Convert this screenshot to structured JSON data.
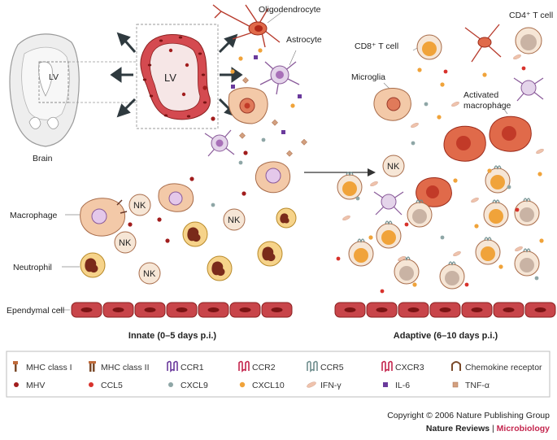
{
  "labels": {
    "oligodendrocyte": "Oligodendrocyte",
    "astrocyte": "Astrocyte",
    "brain": "Brain",
    "lv_small": "LV",
    "lv_large": "LV",
    "macrophage": "Macrophage",
    "neutrophil": "Neutrophil",
    "ependymal": "Ependymal cell",
    "cd8": "CD8⁺ T cell",
    "cd4": "CD4⁺ T cell",
    "microglia": "Microglia",
    "activated_macrophage_1": "Activated",
    "activated_macrophage_2": "macrophage",
    "nk": "NK"
  },
  "phases": {
    "innate": "Innate (0–5 days p.i.)",
    "adaptive": "Adaptive (6–10 days p.i.)"
  },
  "legend": [
    [
      "MHC class I",
      "MHC class II",
      "CCR1",
      "CCR2",
      "CCR5",
      "CXCR3",
      "Chemokine receptor"
    ],
    [
      "MHV",
      "CCL5",
      "CXCL9",
      "CXCL10",
      "IFN-γ",
      "IL-6",
      "TNF-α"
    ]
  ],
  "copyright": {
    "line1": "Copyright © 2006 Nature Publishing Group",
    "journal": "Nature Reviews",
    "sep": " | ",
    "section": "Microbiology"
  },
  "colors": {
    "ependymal": "#c8454a",
    "ependymal_nucleus": "#7a1414",
    "macrophage": "#f3c9a8",
    "mhv": "#a11d1d",
    "ccl5": "#d8322c",
    "cxcl9": "#8ea6a6",
    "cxcl10": "#f0a33a",
    "ifn": "#efc3ad",
    "il6": "#6a3a9c",
    "tnf": "#d3a07f",
    "accent": "#c4264e"
  }
}
